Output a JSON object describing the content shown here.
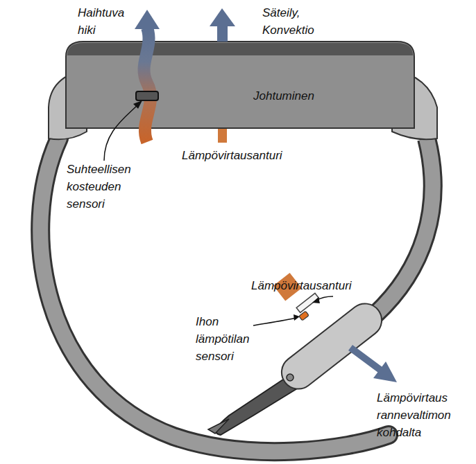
{
  "diagram": {
    "labels": [
      "Haihtuva hiki",
      "Säteily, Konvektio",
      "Johtuminen",
      "Suhteellisen kosteuden sensori",
      "Lämpövirtausanturi",
      "Lämpövirtausanturi",
      "Ihon lämpötilan sensori",
      "Lämpövirtaus rannevaltimon kohdalta"
    ]
  }
}
